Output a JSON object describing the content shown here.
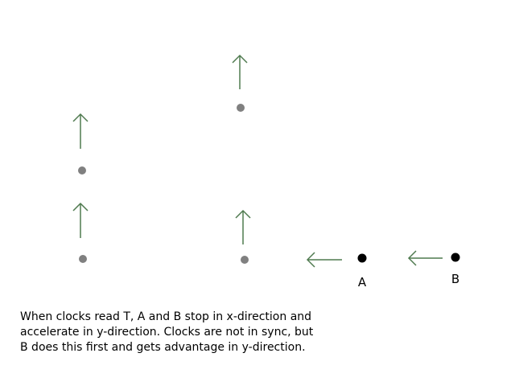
{
  "labels": {
    "a": "A",
    "b": "B"
  },
  "caption": {
    "lines": [
      "When clocks read T, A and B stop in x-direction and",
      "accelerate in y-direction. Clocks are not in sync, but",
      "B does this first and gets advantage in y-direction."
    ]
  },
  "colors": {
    "arrow": "#4f7a4f",
    "ghost_dot": "#808080",
    "dot": "#000000",
    "text": "#000000",
    "background": "#ffffff"
  }
}
